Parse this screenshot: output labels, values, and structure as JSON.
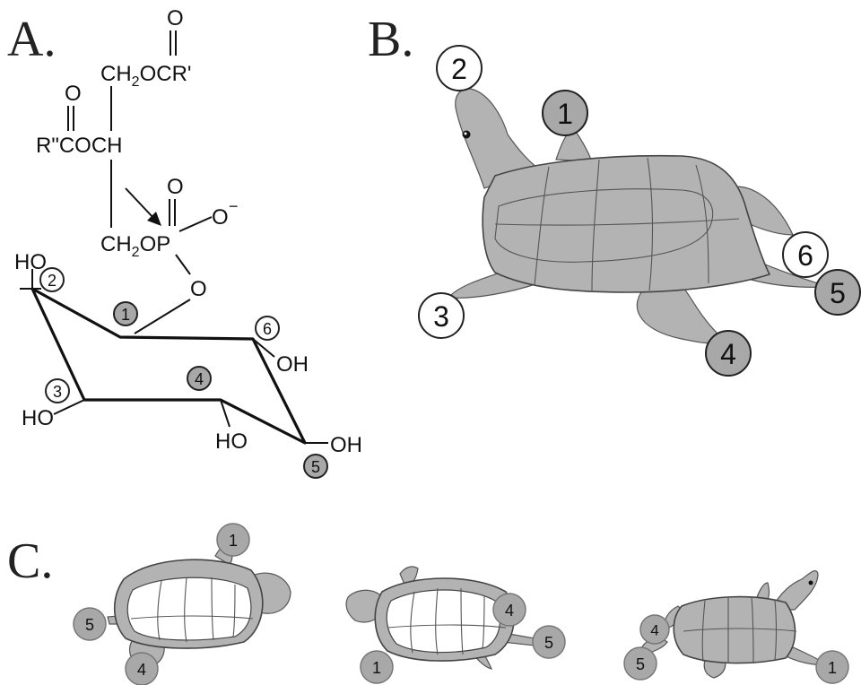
{
  "panels": {
    "a": "A.",
    "b": "B.",
    "c": "C."
  },
  "chemistry": {
    "carbonyl_o_top": "O",
    "ch2ocr_prefix": "CH",
    "ch2ocr_sub": "2",
    "ch2ocr_suffix": "OCR'",
    "carbonyl_o_left": "O",
    "rcoch": "R\"COCH",
    "phosphate_o_top": "O",
    "phosphate_o_minus": "O",
    "minus_sign": "−",
    "ch2op_prefix": "CH",
    "ch2op_sub": "2",
    "ch2op_suffix": "OP",
    "bridge_o": "O",
    "ho_2": "HO",
    "oh_6": "OH",
    "ho_3": "HO",
    "ho_4": "HO",
    "oh_5": "OH"
  },
  "ring_numbers": {
    "n1": "1",
    "n2": "2",
    "n3": "3",
    "n4": "4",
    "n5": "5",
    "n6": "6"
  },
  "turtle_b_numbers": {
    "n1": "1",
    "n2": "2",
    "n3": "3",
    "n4": "4",
    "n5": "5",
    "n6": "6"
  },
  "turtle_c_numbers": {
    "t1_1": "1",
    "t1_4": "4",
    "t1_5": "5",
    "t2_1": "1",
    "t2_4": "4",
    "t2_5": "5",
    "t3_1": "1",
    "t3_4": "4",
    "t3_5": "5"
  },
  "colors": {
    "shell_gray": "#b3b3b3",
    "marker_gray": "#a8a8a8",
    "line": "#111111"
  }
}
